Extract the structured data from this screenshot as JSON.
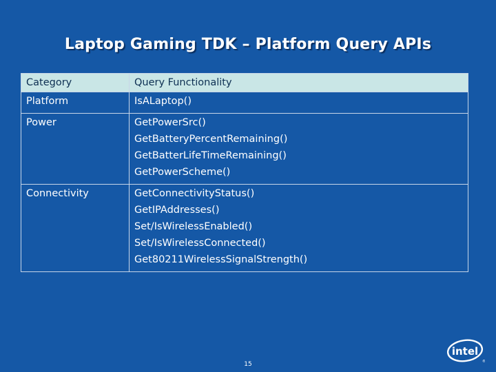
{
  "slide": {
    "title": "Laptop Gaming TDK – Platform Query APIs",
    "page_number": "15",
    "logo_text": "intel"
  },
  "table": {
    "headers": [
      "Category",
      "Query Functionality"
    ],
    "rows": [
      {
        "category": "Platform",
        "functions": [
          "IsALaptop()"
        ]
      },
      {
        "category": "Power",
        "functions": [
          "GetPowerSrc()",
          "GetBatteryPercentRemaining()",
          "GetBatterLifeTimeRemaining()",
          "GetPowerScheme()"
        ]
      },
      {
        "category": "Connectivity",
        "functions": [
          "GetConnectivityStatus()",
          "GetIPAddresses()",
          "Set/IsWirelessEnabled()",
          "Set/IsWirelessConnected()",
          "Get80211WirelessSignalStrength()"
        ]
      }
    ]
  },
  "colors": {
    "background": "#1558a6",
    "header_fill": "#c9e6e6",
    "header_text": "#0d2f52",
    "border": "#c8d6e8"
  }
}
